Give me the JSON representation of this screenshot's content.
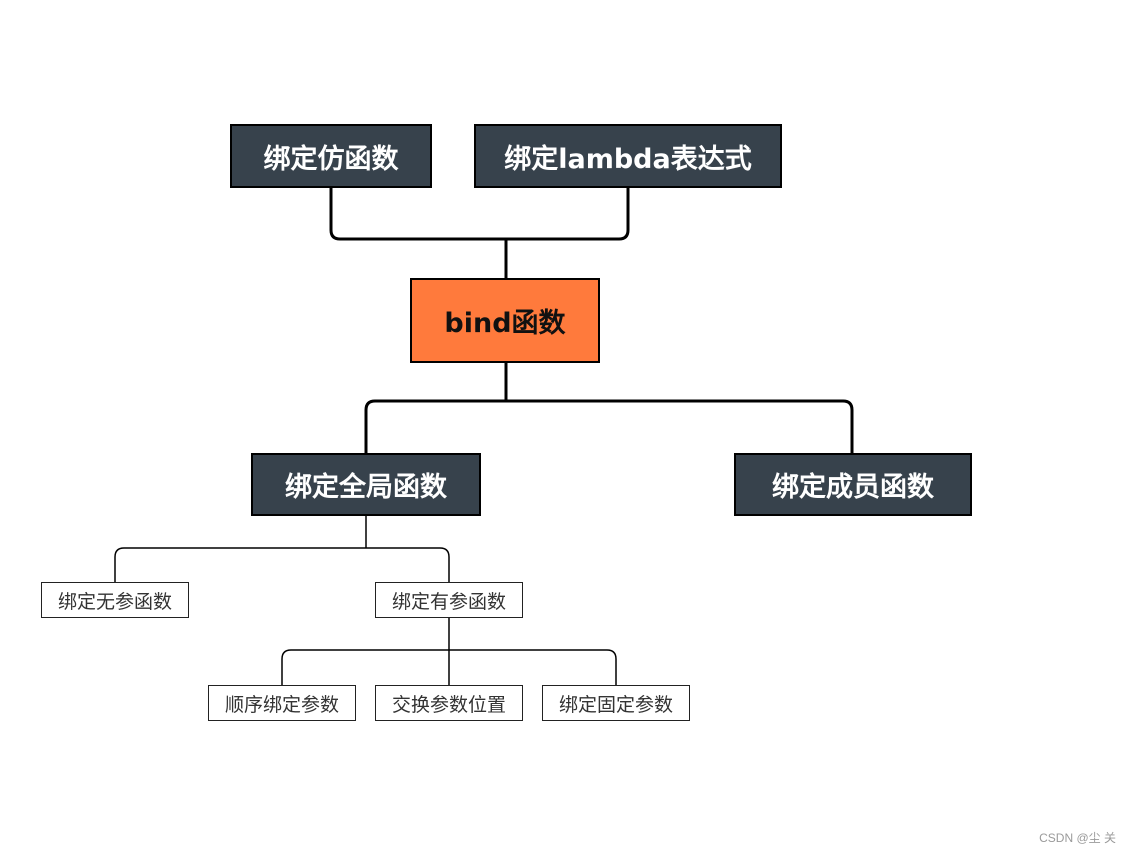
{
  "colors": {
    "dark_node": "#37424c",
    "accent_node": "#ff7a3c",
    "connector": "#000000"
  },
  "nodes": {
    "functor": "绑定仿函数",
    "lambda": "绑定lambda表达式",
    "bind": "bind函数",
    "global": "绑定全局函数",
    "member": "绑定成员函数",
    "no_param": "绑定无参函数",
    "with_param": "绑定有参函数",
    "ordered": "顺序绑定参数",
    "swap": "交换参数位置",
    "fixed": "绑定固定参数"
  },
  "watermark": "CSDN @尘  关"
}
